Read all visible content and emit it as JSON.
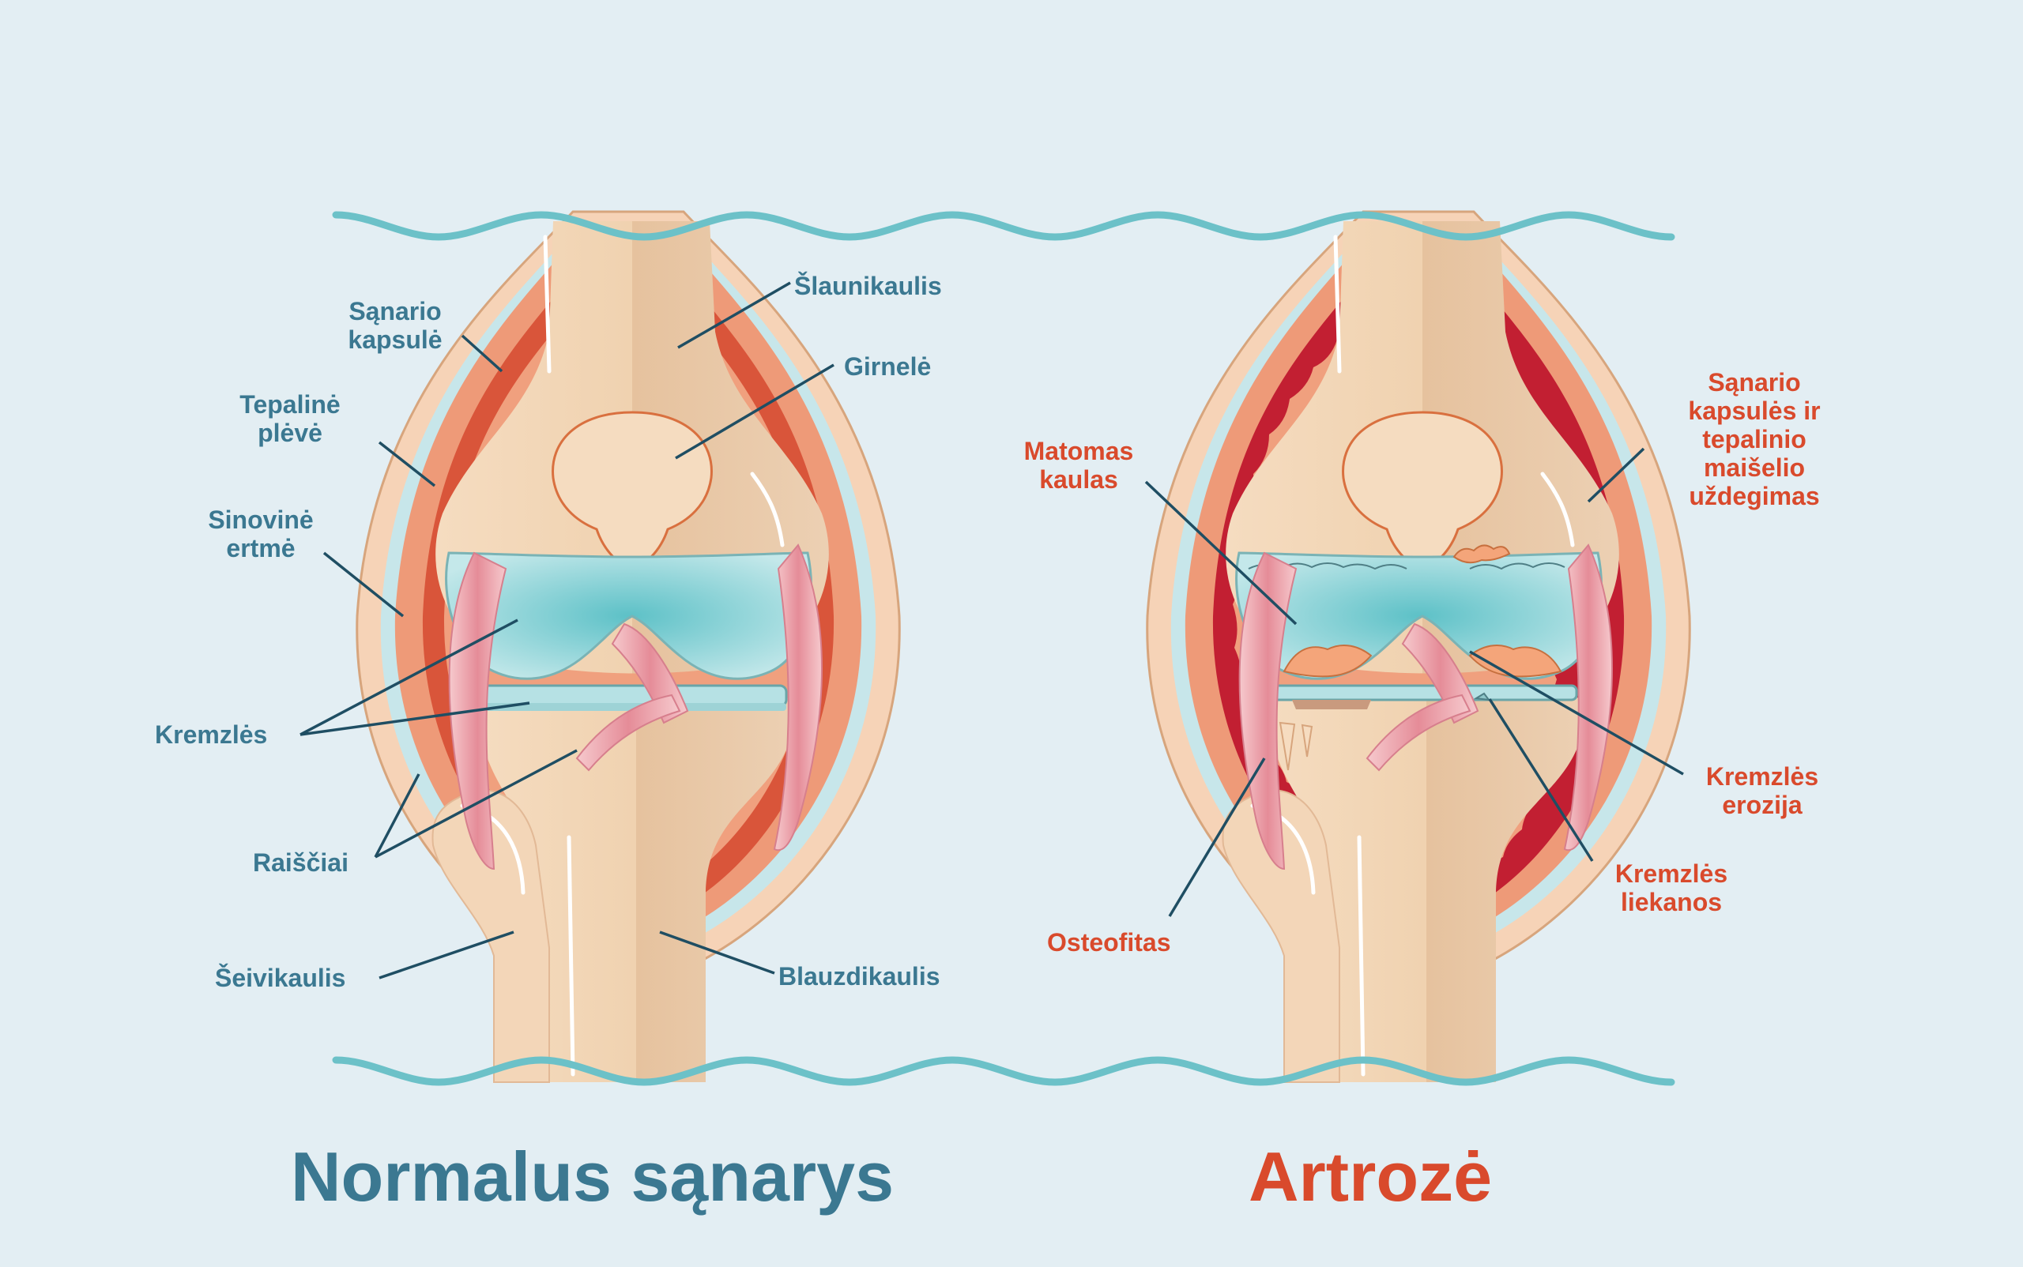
{
  "colors": {
    "background": "#e3eef3",
    "normal_accent": "#3b7891",
    "arthrosis_accent": "#d94a2c",
    "wave": "#6cc1c8",
    "bone": "#f1d4b4",
    "bone_shade": "#e2b996",
    "cartilage": "#a8dbdf",
    "capsule": "#ee9a78",
    "membrane": "#d9553a",
    "inflamed": "#c21f32",
    "ligament": "#f1b6bd"
  },
  "normal": {
    "title": "Normalus sąnarys",
    "labels": {
      "capsule": [
        "Sąnario",
        "kapsulė"
      ],
      "membrane": [
        "Tepalinė",
        "plėvė"
      ],
      "cavity": [
        "Sinovinė",
        "ertmė"
      ],
      "cartilage": "Kremzlės",
      "ligaments": "Raiščiai",
      "fibula": "Šeivikaulis",
      "femur": "Šlaunikaulis",
      "patella": "Girnelė",
      "tibia": "Blauzdikaulis"
    }
  },
  "arthrosis": {
    "title": "Artrozė",
    "labels": {
      "visible_bone": [
        "Matomas",
        "kaulas"
      ],
      "osteophyte": "Osteofitas",
      "inflammation": [
        "Sąnario",
        "kapsulės ir",
        "tepalinio",
        "maišelio",
        "uždegimas"
      ],
      "erosion": [
        "Kremzlės",
        "erozija"
      ],
      "remnants": [
        "Kremzlės",
        "liekanos"
      ]
    }
  }
}
